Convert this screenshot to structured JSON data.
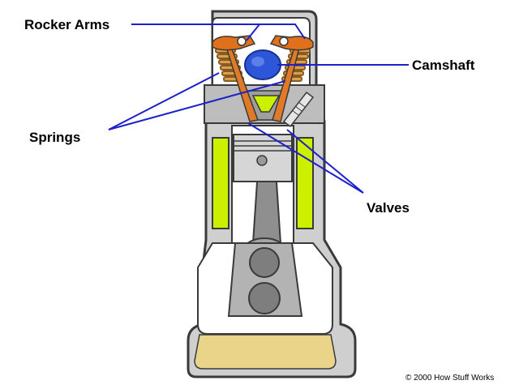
{
  "labels": {
    "rocker_arms": "Rocker Arms",
    "camshaft": "Camshaft",
    "springs": "Springs",
    "valves": "Valves"
  },
  "copyright": "© 2000 How Stuff Works",
  "colors": {
    "leader_line": "#1d22c8",
    "block_outline": "#3a3a3a",
    "block_gray": "#c9c9c9",
    "block_dark": "#8a8a8a",
    "coolant": "#ccf000",
    "camshaft": "#2d56d8",
    "rocker_arm": "#e0701a",
    "spring": "#d9a14e",
    "oil": "#ead48a"
  },
  "icons": [
    "camshaft-icon",
    "rocker-arm-icon",
    "valve-spring-icon",
    "spark-plug-icon",
    "piston-icon",
    "connecting-rod-icon",
    "crankshaft-icon"
  ]
}
